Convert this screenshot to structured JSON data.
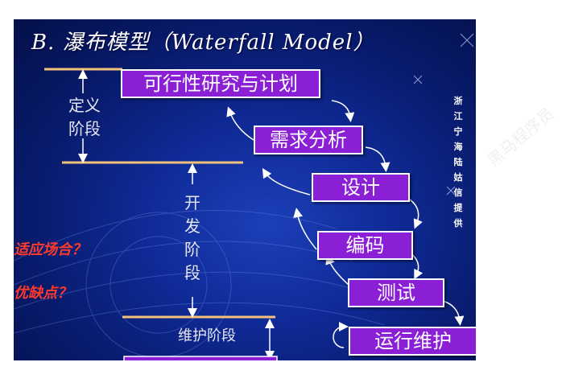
{
  "title": "B. 瀑布模型（Waterfall Model）",
  "stages": [
    "可行性研究与计划",
    "需求分析",
    "设计",
    "编码",
    "测试",
    "运行维护"
  ],
  "phases": {
    "definition": "定义阶段",
    "development": "开发阶段",
    "maintenance": "维护阶段"
  },
  "credit": "浙江宁海陆姑信提供",
  "questions": [
    "适应场合？",
    "优缺点？"
  ],
  "watermark": "黑马程序员",
  "colors": {
    "stage_fill": "#8a1fd6",
    "background": "#0f2a96",
    "question": "#ff3a2a",
    "phase_line": "#f3c27a"
  }
}
